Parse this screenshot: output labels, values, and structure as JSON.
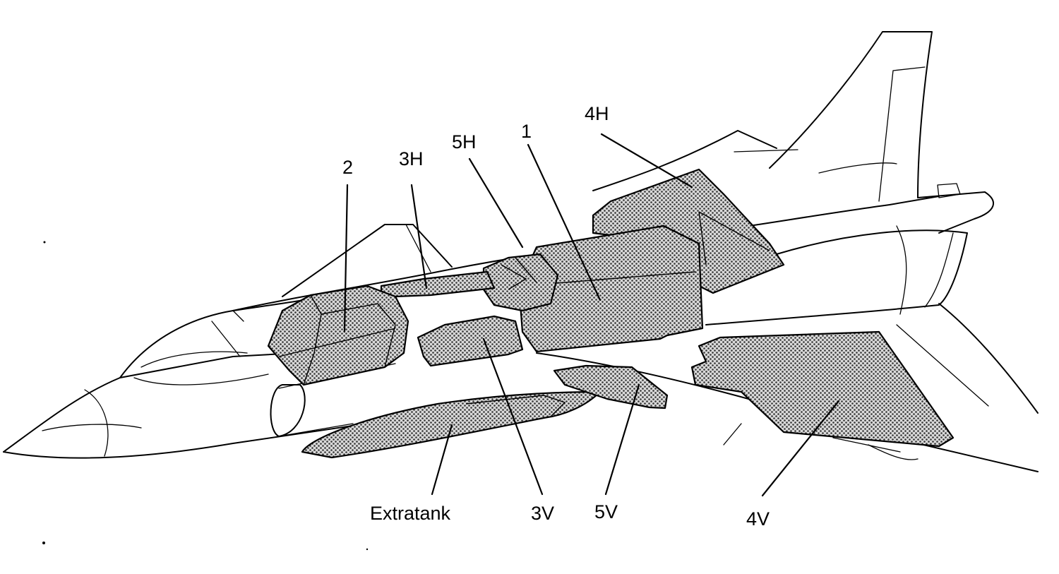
{
  "labels": {
    "tank_2": "2",
    "tank_3h": "3H",
    "tank_5h": "5H",
    "tank_1": "1",
    "tank_4h": "4H",
    "extratank": "Extratank",
    "tank_3v": "3V",
    "tank_5v": "5V",
    "tank_4v": "4V"
  }
}
